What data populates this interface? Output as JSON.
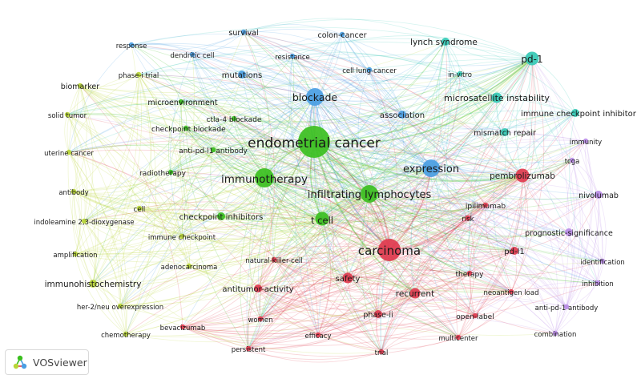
{
  "app": {
    "name": "VOSviewer",
    "logo_icon": "vosviewer-logo-icon"
  },
  "clusters": {
    "green": "#3bbf1f",
    "red": "#e03a4e",
    "blue": "#4a9ee3",
    "teal": "#35c9b5",
    "yellowgreen": "#b9d637",
    "purple": "#b98be6"
  },
  "nodes": [
    {
      "id": "endometrial-cancer",
      "label": "endometrial cancer",
      "cluster": "green",
      "weight": 10
    },
    {
      "id": "immunotherapy",
      "label": "immunotherapy",
      "cluster": "green",
      "weight": 7
    },
    {
      "id": "infiltrating-lymphocytes",
      "label": "infiltrating lymphocytes",
      "cluster": "green",
      "weight": 6
    },
    {
      "id": "t-cell",
      "label": "t cell",
      "cluster": "green",
      "weight": 5
    },
    {
      "id": "checkpoint-inhibitors",
      "label": "checkpoint inhibitors",
      "cluster": "green",
      "weight": 3
    },
    {
      "id": "microenvironment",
      "label": "microenvironment",
      "cluster": "green",
      "weight": 2
    },
    {
      "id": "checkpoint-blockade",
      "label": "checkpoint blockade",
      "cluster": "green",
      "weight": 2
    },
    {
      "id": "anti-pd-l1-antibody",
      "label": "anti-pd-l1 antibody",
      "cluster": "green",
      "weight": 2
    },
    {
      "id": "radiotherapy",
      "label": "radiotherapy",
      "cluster": "green",
      "weight": 2
    },
    {
      "id": "ctla-4-blockade",
      "label": "ctla-4 blockade",
      "cluster": "green",
      "weight": 2
    },
    {
      "id": "carcinoma",
      "label": "carcinoma",
      "cluster": "red",
      "weight": 8
    },
    {
      "id": "pembrolizumab",
      "label": "pembrolizumab",
      "cluster": "red",
      "weight": 5
    },
    {
      "id": "safety",
      "label": "safety",
      "cluster": "red",
      "weight": 4
    },
    {
      "id": "recurrent",
      "label": "recurrent",
      "cluster": "red",
      "weight": 4
    },
    {
      "id": "antitumor-activity",
      "label": "antitumor-activity",
      "cluster": "red",
      "weight": 3
    },
    {
      "id": "phase-ii",
      "label": "phase-ii",
      "cluster": "red",
      "weight": 3
    },
    {
      "id": "pd-l1",
      "label": "pd-l1",
      "cluster": "red",
      "weight": 3
    },
    {
      "id": "open-label",
      "label": "open-label",
      "cluster": "red",
      "weight": 2
    },
    {
      "id": "ipilimumab",
      "label": "ipilimumab",
      "cluster": "red",
      "weight": 2
    },
    {
      "id": "risk",
      "label": "risk",
      "cluster": "red",
      "weight": 2
    },
    {
      "id": "therapy",
      "label": "therapy",
      "cluster": "red",
      "weight": 2
    },
    {
      "id": "natural-killer-cell",
      "label": "natural-killer-cell",
      "cluster": "red",
      "weight": 2
    },
    {
      "id": "neoantigen-load",
      "label": "neoantigen load",
      "cluster": "red",
      "weight": 2
    },
    {
      "id": "bevacizumab",
      "label": "bevacizumab",
      "cluster": "red",
      "weight": 2
    },
    {
      "id": "women",
      "label": "women",
      "cluster": "red",
      "weight": 2
    },
    {
      "id": "efficacy",
      "label": "efficacy",
      "cluster": "red",
      "weight": 2
    },
    {
      "id": "multicenter",
      "label": "multicenter",
      "cluster": "red",
      "weight": 2
    },
    {
      "id": "persistent",
      "label": "persistent",
      "cluster": "red",
      "weight": 2
    },
    {
      "id": "trial",
      "label": "trial",
      "cluster": "red",
      "weight": 2
    },
    {
      "id": "blockade",
      "label": "blockade",
      "cluster": "blue",
      "weight": 6
    },
    {
      "id": "expression",
      "label": "expression",
      "cluster": "blue",
      "weight": 6
    },
    {
      "id": "mutations",
      "label": "mutations",
      "cluster": "blue",
      "weight": 3
    },
    {
      "id": "association",
      "label": "association",
      "cluster": "blue",
      "weight": 3
    },
    {
      "id": "colon-cancer",
      "label": "colon-cancer",
      "cluster": "blue",
      "weight": 2
    },
    {
      "id": "survival",
      "label": "survival",
      "cluster": "blue",
      "weight": 2
    },
    {
      "id": "resistance",
      "label": "resistance",
      "cluster": "blue",
      "weight": 2
    },
    {
      "id": "dendritic-cell",
      "label": "dendritic cell",
      "cluster": "blue",
      "weight": 2
    },
    {
      "id": "response",
      "label": "response",
      "cluster": "blue",
      "weight": 2
    },
    {
      "id": "cell-lung-cancer",
      "label": "cell lung-cancer",
      "cluster": "blue",
      "weight": 2
    },
    {
      "id": "pd-1",
      "label": "pd-1",
      "cluster": "teal",
      "weight": 5
    },
    {
      "id": "microsatellite-instability",
      "label": "microsatellite instability",
      "cluster": "teal",
      "weight": 4
    },
    {
      "id": "lynch-syndrome",
      "label": "lynch syndrome",
      "cluster": "teal",
      "weight": 3
    },
    {
      "id": "immune-checkpoint-inhibitor",
      "label": "immune checkpoint inhibitor",
      "cluster": "teal",
      "weight": 3
    },
    {
      "id": "mismatch-repair",
      "label": "mismatch repair",
      "cluster": "teal",
      "weight": 3
    },
    {
      "id": "in-vitro",
      "label": "in-vitro",
      "cluster": "teal",
      "weight": 2
    },
    {
      "id": "phase-i-trial",
      "label": "phase-i trial",
      "cluster": "yellowgreen",
      "weight": 2
    },
    {
      "id": "biomarker",
      "label": "biomarker",
      "cluster": "yellowgreen",
      "weight": 2
    },
    {
      "id": "solid-tumor",
      "label": "solid tumor",
      "cluster": "yellowgreen",
      "weight": 2
    },
    {
      "id": "uterine-cancer",
      "label": "uterine cancer",
      "cluster": "yellowgreen",
      "weight": 2
    },
    {
      "id": "antibody",
      "label": "antibody",
      "cluster": "yellowgreen",
      "weight": 2
    },
    {
      "id": "cell",
      "label": "cell",
      "cluster": "yellowgreen",
      "weight": 2
    },
    {
      "id": "indoleamine",
      "label": "indoleamine 2,3-dioxygenase",
      "cluster": "yellowgreen",
      "weight": 2
    },
    {
      "id": "immune-checkpoint",
      "label": "immune checkpoint",
      "cluster": "yellowgreen",
      "weight": 2
    },
    {
      "id": "amplification",
      "label": "amplification",
      "cluster": "yellowgreen",
      "weight": 2
    },
    {
      "id": "adenocarcinoma",
      "label": "adenocarcinoma",
      "cluster": "yellowgreen",
      "weight": 2
    },
    {
      "id": "immunohistochemistry",
      "label": "immunohistochemistry",
      "cluster": "yellowgreen",
      "weight": 3
    },
    {
      "id": "her2",
      "label": "her-2/neu overexpression",
      "cluster": "yellowgreen",
      "weight": 2
    },
    {
      "id": "chemotherapy",
      "label": "chemotherapy",
      "cluster": "yellowgreen",
      "weight": 2
    },
    {
      "id": "immunity",
      "label": "immunity",
      "cluster": "purple",
      "weight": 2
    },
    {
      "id": "tcga",
      "label": "tcga",
      "cluster": "purple",
      "weight": 2
    },
    {
      "id": "nivolumab",
      "label": "nivolumab",
      "cluster": "purple",
      "weight": 3
    },
    {
      "id": "prognostic-significance",
      "label": "prognostic-significance",
      "cluster": "purple",
      "weight": 3
    },
    {
      "id": "identification",
      "label": "identification",
      "cluster": "purple",
      "weight": 2
    },
    {
      "id": "inhibition",
      "label": "inhibition",
      "cluster": "purple",
      "weight": 2
    },
    {
      "id": "anti-pd-1-antibody",
      "label": "anti-pd-1 antibody",
      "cluster": "purple",
      "weight": 2
    },
    {
      "id": "combination",
      "label": "combination",
      "cluster": "purple",
      "weight": 2
    }
  ]
}
